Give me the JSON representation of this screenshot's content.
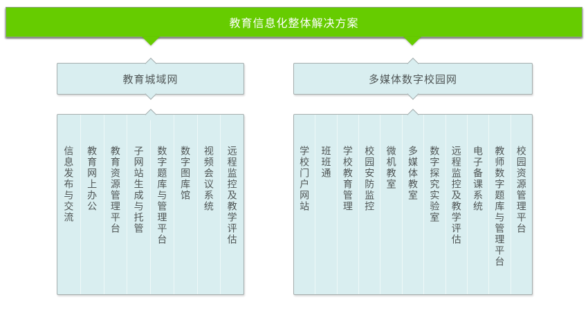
{
  "banner": {
    "title": "教育信息化整体解决方案"
  },
  "branches": [
    {
      "label": "教育城域网",
      "items": [
        "信息发布与交流",
        "教育网上办公",
        "教育资源管理平台",
        "子网站生成与托管",
        "数字题库与管理平台",
        "数字图库馆",
        "视频会议系统",
        "远程监控及教学评估"
      ]
    },
    {
      "label": "多媒体数字校园网",
      "items": [
        "学校门户网站",
        "班班通",
        "学校教育管理",
        "校园安防监控",
        "微机教室",
        "多媒体教室",
        "数字探究实验室",
        "远程监控及教学评估",
        "电子备课系统",
        "教师数字题库与管理平台",
        "校园资源管理平台"
      ]
    }
  ],
  "colors": {
    "accent_green": "#66cc00",
    "panel_fill": "#d9eef0",
    "panel_border": "#a5adad",
    "text_dark": "#4f5555",
    "banner_text": "#ffffff"
  }
}
